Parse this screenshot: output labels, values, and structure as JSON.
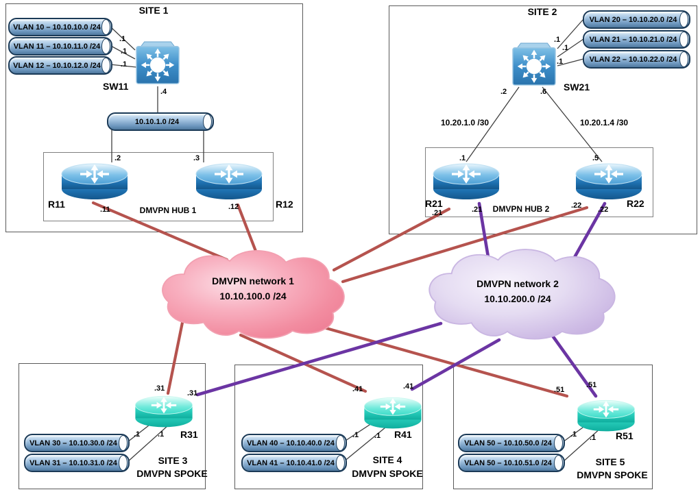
{
  "colors": {
    "dmvpn1_link": "#b5534e",
    "dmvpn2_link": "#6b35a3"
  },
  "site1": {
    "title": "SITE 1",
    "vlans": [
      {
        "label": "VLAN 10 – 10.10.10.0 /24",
        "port": ".1"
      },
      {
        "label": "VLAN 11 – 10.10.11.0 /24",
        "port": ".1"
      },
      {
        "label": "VLAN 12 – 10.10.12.0 /24",
        "port": ".1"
      }
    ],
    "switch_name": "SW11",
    "switch_lan_port": ".4",
    "lan_segment": "10.10.1.0 /24",
    "hub_label": "DMVPN HUB 1",
    "r11": {
      "name": "R11",
      "lan_port": ".2",
      "dmvpn_port": ".11"
    },
    "r12": {
      "name": "R12",
      "lan_port": ".3",
      "dmvpn_port": ".12"
    }
  },
  "site2": {
    "title": "SITE 2",
    "vlans": [
      {
        "label": "VLAN 20 – 10.10.20.0 /24",
        "port": ".1"
      },
      {
        "label": "VLAN 21 – 10.10.21.0 /24",
        "port": ".1"
      },
      {
        "label": "VLAN 22 – 10.10.22.0 /24",
        "port": ".1"
      }
    ],
    "switch_name": "SW21",
    "links": [
      {
        "subnet": "10.20.1.0 /30",
        "switch_port": ".2",
        "router_port": ".1"
      },
      {
        "subnet": "10.20.1.4 /30",
        "switch_port": ".6",
        "router_port": ".5"
      }
    ],
    "hub_label": "DMVPN HUB 2",
    "r21": {
      "name": "R21",
      "dmvpn1_port": ".21",
      "dmvpn2_port": ".21"
    },
    "r22": {
      "name": "R22",
      "dmvpn1_port": ".22",
      "dmvpn2_port": ".22"
    }
  },
  "cloud1": {
    "name": "DMVPN network 1",
    "subnet": "10.10.100.0 /24"
  },
  "cloud2": {
    "name": "DMVPN network 2",
    "subnet": "10.10.200.0 /24"
  },
  "site3": {
    "title": "SITE 3",
    "role": "DMVPN SPOKE",
    "router": {
      "name": "R31",
      "dmvpn1_port": ".31",
      "dmvpn2_port": ".31"
    },
    "vlans": [
      {
        "label": "VLAN 30 – 10.10.30.0 /24",
        "port": ".1"
      },
      {
        "label": "VLAN 31 – 10.10.31.0 /24",
        "port": ".1"
      }
    ]
  },
  "site4": {
    "title": "SITE 4",
    "role": "DMVPN SPOKE",
    "router": {
      "name": "R41",
      "dmvpn1_port": ".41",
      "dmvpn2_port": ".41"
    },
    "vlans": [
      {
        "label": "VLAN 40 – 10.10.40.0 /24",
        "port": ".1"
      },
      {
        "label": "VLAN 41 – 10.10.41.0 /24",
        "port": ".1"
      }
    ]
  },
  "site5": {
    "title": "SITE 5",
    "role": "DMVPN SPOKE",
    "router": {
      "name": "R51",
      "dmvpn1_port": ".51",
      "dmvpn2_port": ".51"
    },
    "vlans": [
      {
        "label": "VLAN 50 – 10.10.50.0 /24",
        "port": ".1"
      },
      {
        "label": "VLAN 50 – 10.10.51.0 /24",
        "port": ".1"
      }
    ]
  }
}
